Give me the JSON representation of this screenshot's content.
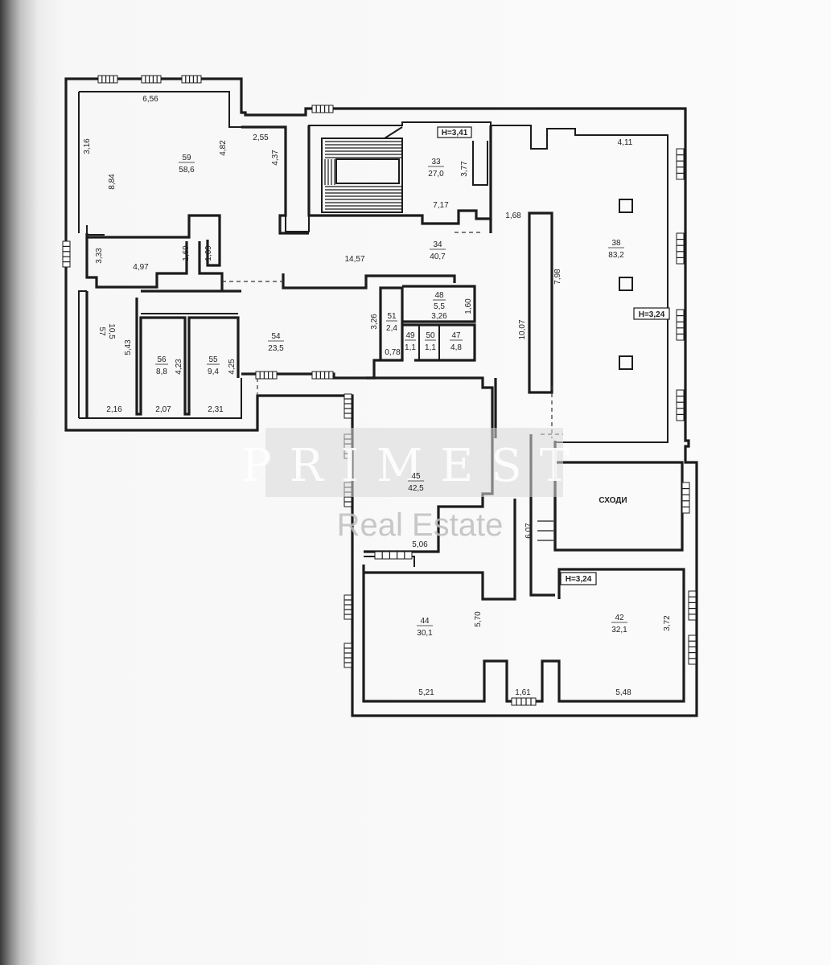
{
  "watermark": {
    "brand": "PRIMEST",
    "subtitle": "Real Estate"
  },
  "heights": [
    "H=3,41",
    "H=3,24",
    "H=3,24"
  ],
  "rooms": [
    {
      "id": "59",
      "area": "58,6"
    },
    {
      "id": "33",
      "area": "27,0"
    },
    {
      "id": "38",
      "area": "83,2"
    },
    {
      "id": "34",
      "area": "40,7"
    },
    {
      "id": "48",
      "area": "5,5"
    },
    {
      "id": "51",
      "area": "2,4"
    },
    {
      "id": "49",
      "area": "1,1"
    },
    {
      "id": "50",
      "area": "1,1"
    },
    {
      "id": "47",
      "area": "4,8"
    },
    {
      "id": "54",
      "area": "23,5"
    },
    {
      "id": "56",
      "area": "8,8"
    },
    {
      "id": "55",
      "area": "9,4"
    },
    {
      "id": "57",
      "area": "10,5"
    },
    {
      "id": "45",
      "area": "42,5"
    },
    {
      "id": "44",
      "area": "30,1"
    },
    {
      "id": "42",
      "area": "32,1"
    }
  ],
  "stairs_label": "СХОДИ",
  "dimensions": [
    "6,56",
    "3,16",
    "8,84",
    "4,82",
    "2,55",
    "4,37",
    "3,77",
    "7,17",
    "4,11",
    "1,68",
    "7,98",
    "10,07",
    "14,57",
    "3,33",
    "4,97",
    "1,69",
    "1,69",
    "3,26",
    "0,78",
    "1,60",
    "3,26",
    "5,43",
    "4,23",
    "4,25",
    "2,16",
    "2,07",
    "2,31",
    "5,06",
    "6,07",
    "5,70",
    "3,72",
    "5,21",
    "1,61",
    "5,48"
  ]
}
